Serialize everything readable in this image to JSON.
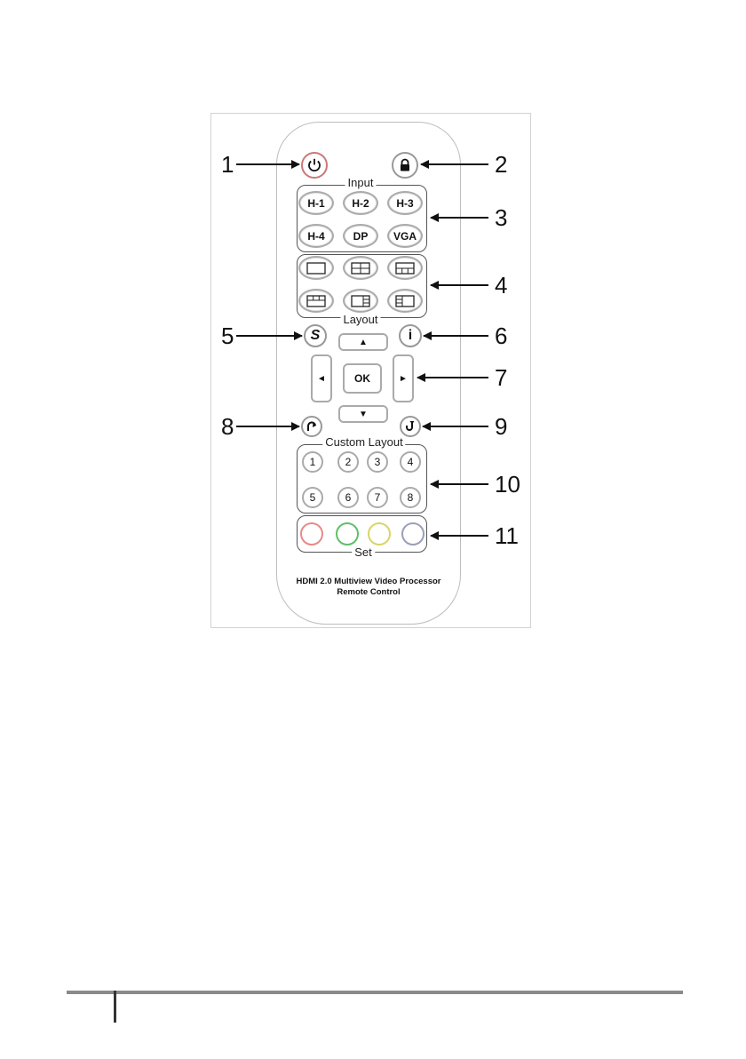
{
  "remote": {
    "group_labels": {
      "input": "Input",
      "layout": "Layout",
      "custom_layout": "Custom Layout",
      "set": "Set"
    },
    "input_buttons": [
      "H-1",
      "H-2",
      "H-3",
      "H-4",
      "DP",
      "VGA"
    ],
    "ok_label": "OK",
    "arrows": {
      "up": "▲",
      "down": "▼",
      "left": "◄",
      "right": "►"
    },
    "s_label": "S",
    "info_label": "i",
    "custom_buttons": [
      "1",
      "2",
      "3",
      "4",
      "5",
      "6",
      "7",
      "8"
    ],
    "set_colors": [
      "#e88a8a",
      "#5fbf6a",
      "#d9d46a",
      "#9aa0b8"
    ],
    "caption_line1": "HDMI 2.0 Multiview Video Processor",
    "caption_line2": "Remote Control"
  },
  "callouts": [
    "1",
    "2",
    "3",
    "4",
    "5",
    "6",
    "7",
    "8",
    "9",
    "10",
    "11"
  ]
}
